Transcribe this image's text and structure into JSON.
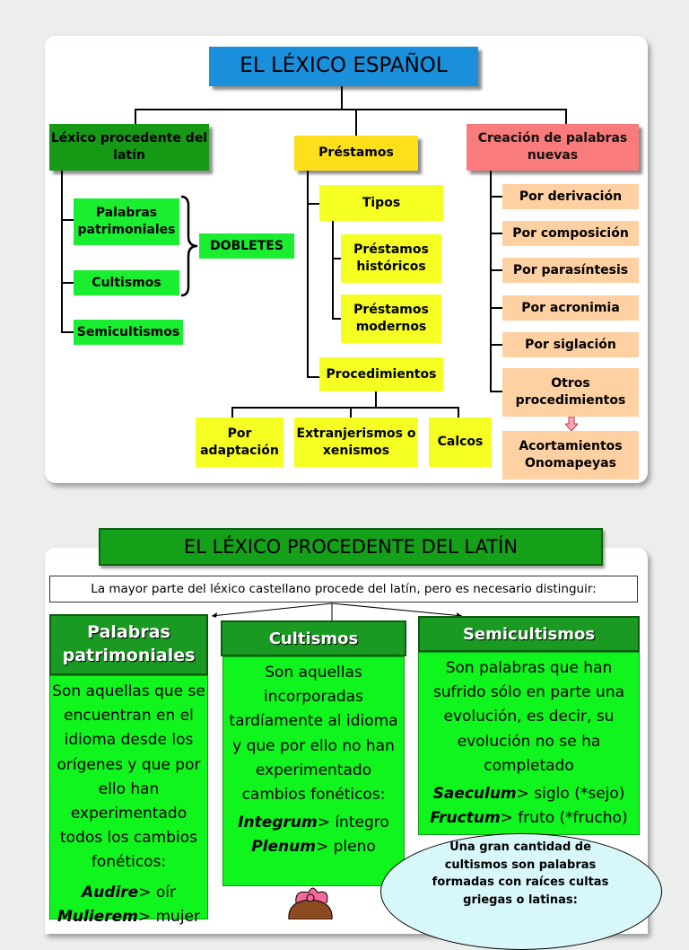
{
  "slide1": {
    "title": "EL LÉXICO ESPAÑOL",
    "latin_header": "Léxico procedente del latín",
    "prestamos_header": "Préstamos",
    "creacion_header": "Creación de palabras nuevas",
    "latin_items": [
      "Palabras patrimoniales",
      "Cultismos",
      "Semicultismos"
    ],
    "dobletes": "DOBLETES",
    "tipos": "Tipos",
    "tipos_items": [
      "Préstamos históricos",
      "Préstamos modernos"
    ],
    "procedimientos": "Procedimientos",
    "proc_items": [
      "Por adaptación",
      "Extranjerismos o xenismos",
      "Calcos"
    ],
    "creacion_items": [
      "Por derivación",
      "Por composición",
      "Por parasíntesis",
      "Por acronimia",
      "Por siglación",
      "Otros procedimientos"
    ],
    "otros_result": "Acortamientos Onomapeyas"
  },
  "slide2": {
    "title": "EL LÉXICO PROCEDENTE DEL LATÍN",
    "intro": "La mayor parte del léxico castellano procede del latín, pero es necesario distinguir:",
    "columns": [
      {
        "header": "Palabras patrimoniales",
        "body": "Son aquellas que se encuentran en el idioma desde los orígenes y que por ello han experimentado todos los cambios fonéticos:",
        "examples": [
          {
            "word": "Audire",
            "rest": "> oír"
          },
          {
            "word": "Mulierem",
            "rest": "> mujer"
          }
        ]
      },
      {
        "header": "Cultismos",
        "body": "Son aquellas incorporadas tardíamente al idioma y que por ello no han experimentado cambios fonéticos:",
        "examples": [
          {
            "word": "Integrum",
            "rest": "> íntegro"
          },
          {
            "word": "Plenum",
            "rest": "> pleno"
          }
        ]
      },
      {
        "header": "Semicultismos",
        "body": "Son palabras que han sufrido sólo en parte una evolución, es decir, su evolución no se ha completado",
        "examples": [
          {
            "word": "Saeculum",
            "rest": "> siglo (*sejo)"
          },
          {
            "word": "Fructum",
            "rest": "> fruto (*frucho)"
          }
        ]
      }
    ],
    "bubble": "Una gran cantidad de cultismos son palabras formadas con raíces cultas griegas o latinas:"
  }
}
